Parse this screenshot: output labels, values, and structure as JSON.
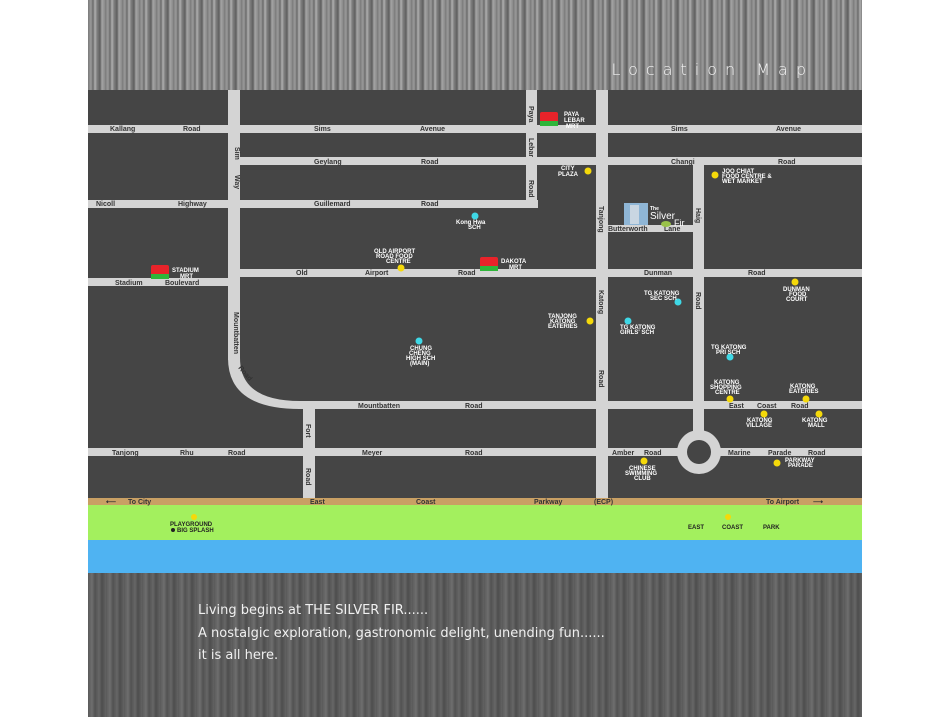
{
  "header": {
    "title": "Location Map"
  },
  "roads": {
    "kallang": "Kallang",
    "road": "Road",
    "sims": "Sims",
    "avenue": "Avenue",
    "geylang": "Geylang",
    "changi": "Changi",
    "nicoll": "Nicoll",
    "highway": "Highway",
    "guillemard": "Guillemard",
    "stadium": "Stadium",
    "boulevard": "Boulevard",
    "old": "Old",
    "airport": "Airport",
    "dunman": "Dunman",
    "butterworth": "Butterworth",
    "lane": "Lane",
    "mountbatten": "Mountbatten",
    "east": "East",
    "coast": "Coast",
    "tanjong": "Tanjong",
    "rhu": "Rhu",
    "meyer": "Meyer",
    "amber": "Amber",
    "marine": "Marine",
    "parade": "Parade",
    "sim": "Sim",
    "way": "Way",
    "paya": "Paya",
    "lebar": "Lebar",
    "katong": "Katong",
    "haig": "Haig",
    "fort": "Fort",
    "parkway": "Parkway",
    "ecp": "(ECP)",
    "to_city": "To City",
    "to_airport": "To Airport"
  },
  "mrt": [
    {
      "line1": "PAYA",
      "line2": "LEBAR",
      "line3": "MRT"
    },
    {
      "line1": "STADIUM",
      "line2": "MRT"
    },
    {
      "line1": "DAKOTA",
      "line2": "MRT"
    }
  ],
  "mrt_badge": "MRT",
  "places": {
    "city_plaza": [
      "CITY",
      "PLAZA"
    ],
    "joo_chiat": [
      "JOO CHIAT",
      "FOOD CENTRE &",
      "WET MARKET"
    ],
    "kong_hwa": [
      "Kong Hwa",
      "SCH"
    ],
    "old_airport_fc": [
      "OLD AIRPORT",
      "ROAD FOOD",
      "CENTRE"
    ],
    "dunman_fc": [
      "DUNMAN",
      "FOOD",
      "COURT"
    ],
    "tg_sec": [
      "TG KATONG",
      "SEC SCH"
    ],
    "tanjong_eateries": [
      "TANJONG",
      "KATONG",
      "EATERIES"
    ],
    "tg_girls": [
      "TG KATONG",
      "GIRLS' SCH"
    ],
    "chung_cheng": [
      "CHUNG",
      "CHENG",
      "HIGH SCH",
      "(MAIN)"
    ],
    "tg_pri": [
      "TG KATONG",
      "PRI SCH"
    ],
    "katong_sc": [
      "KATONG",
      "SHOPPING",
      "CENTRE"
    ],
    "katong_eateries": [
      "KATONG",
      "EATERIES"
    ],
    "katong_village": [
      "KATONG",
      "VILLAGE"
    ],
    "katong_mall": [
      "KATONG",
      "MALL"
    ],
    "parkway_parade": [
      "PARKWAY",
      "PARADE"
    ],
    "chinese_swimming": [
      "CHINESE",
      "SWIMMING",
      "CLUB"
    ],
    "playground": [
      "PLAYGROUND",
      "BIG SPLASH"
    ],
    "ecp_park": [
      "EAST",
      "COAST",
      "PARK"
    ]
  },
  "project": {
    "the": "The",
    "name1": "Silver",
    "name2": "Fir"
  },
  "colors": {
    "food": "#f5d90a",
    "school": "#3fd8e6",
    "road": "#d4d4d4",
    "block": "#454545",
    "ecp": "#c9a064",
    "park": "#a3f05e",
    "sea": "#4fb3f2"
  },
  "tagline": [
    "Living begins at THE SILVER FIR......",
    "A nostalgic exploration, gastronomic delight, unending fun......",
    "it is all here."
  ]
}
